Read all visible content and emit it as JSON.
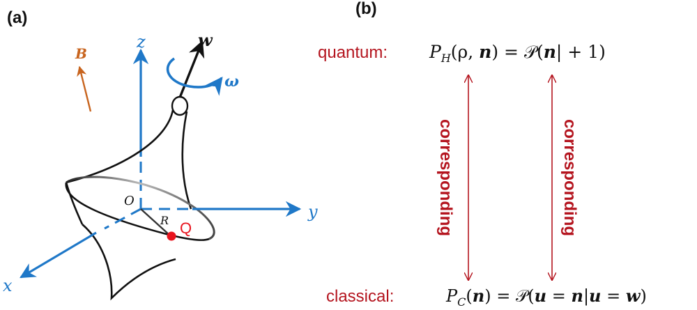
{
  "panel_a": {
    "label": "(a)",
    "axis_labels": {
      "z": "z",
      "y": "y",
      "x": "x"
    },
    "origin_label": "O",
    "radius_label": "R",
    "point_label": "Q",
    "spin_axis_label": "w",
    "angular_velocity_label": "ω",
    "field_label": "B",
    "colors": {
      "axes": "#1f78c8",
      "field": "#c8641e",
      "point": "#e8141e",
      "body": "#111111"
    }
  },
  "panel_b": {
    "label": "(b)",
    "quantum_label": "quantum:",
    "quantum_formula": {
      "P": "P",
      "sub": "H",
      "args": "(ρ, ",
      "n1": "n",
      "close1": ")",
      "eq": " = ",
      "script_P": "𝒫",
      "open": "(",
      "n2": "n",
      "rest": "| + 1)"
    },
    "classical_label": "classical:",
    "classical_formula": {
      "P": "P",
      "sub": "C",
      "open": "(",
      "n1": "n",
      "close": ")",
      "eq": "  = ",
      "script_P": "𝒫",
      "open2": "(",
      "u1": "u",
      "eq2": " = ",
      "n2": "n",
      "bar": "|",
      "u2": "u",
      "eq3": " = ",
      "w": "w",
      "close2": ")"
    },
    "arrow_labels": [
      "corresponding",
      "corresponding"
    ],
    "colors": {
      "labels": "#b4141e",
      "arrows": "#b4141e"
    }
  }
}
